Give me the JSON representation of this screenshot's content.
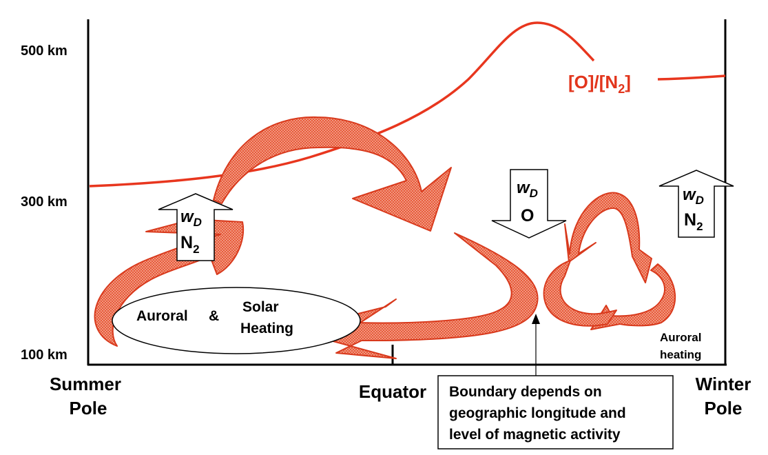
{
  "altitude_labels": {
    "top": "500 km",
    "middle": "300 km",
    "bottom": "100 km"
  },
  "location_labels": {
    "summer_line1": "Summer",
    "summer_line2": "Pole",
    "equator": "Equator",
    "winter_line1": "Winter",
    "winter_line2": "Pole"
  },
  "ratio_label": {
    "prefix": "[O]/[N",
    "subscript": "2",
    "suffix": "]"
  },
  "heating_ellipse": {
    "word1": "Auroral",
    "ampersand": "&",
    "word2": "Solar",
    "word3": "Heating"
  },
  "auroral_heating": {
    "line1": "Auroral",
    "line2": "heating"
  },
  "boundary_note": {
    "line1": "Boundary depends on",
    "line2": "geographic longitude and",
    "line3": "level of magnetic activity"
  },
  "vertical_winds": {
    "symbol": "w",
    "symbol_sub": "D",
    "summer_species": "N",
    "summer_species_sub": "2",
    "equator_species": "O",
    "winter_species": "N",
    "winter_species_sub": "2"
  },
  "colors": {
    "circulation": "#e2351c",
    "ratio_curve": "#e8361e",
    "axes": "#000000"
  }
}
